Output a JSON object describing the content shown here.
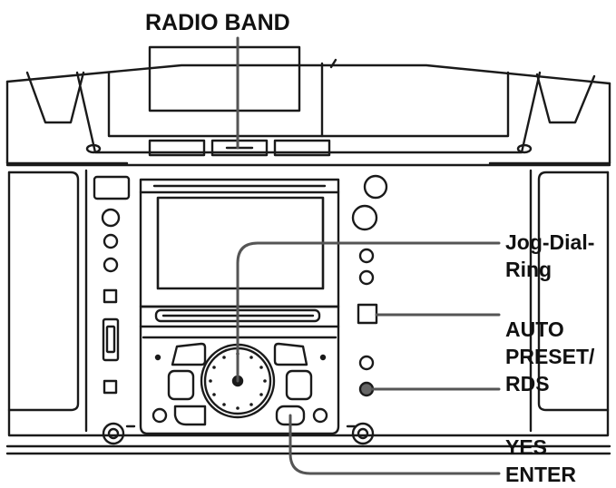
{
  "labels": {
    "radio_band": "RADIO BAND",
    "jog_dial_ring": [
      "Jog-Dial-",
      "Ring"
    ],
    "auto_preset_rds": [
      "AUTO",
      "PRESET/",
      "RDS"
    ],
    "yes_enter": [
      "YES",
      "ENTER"
    ]
  },
  "colors": {
    "line": "#1a1a1a",
    "background": "#ffffff",
    "button_fill": "#666666"
  }
}
